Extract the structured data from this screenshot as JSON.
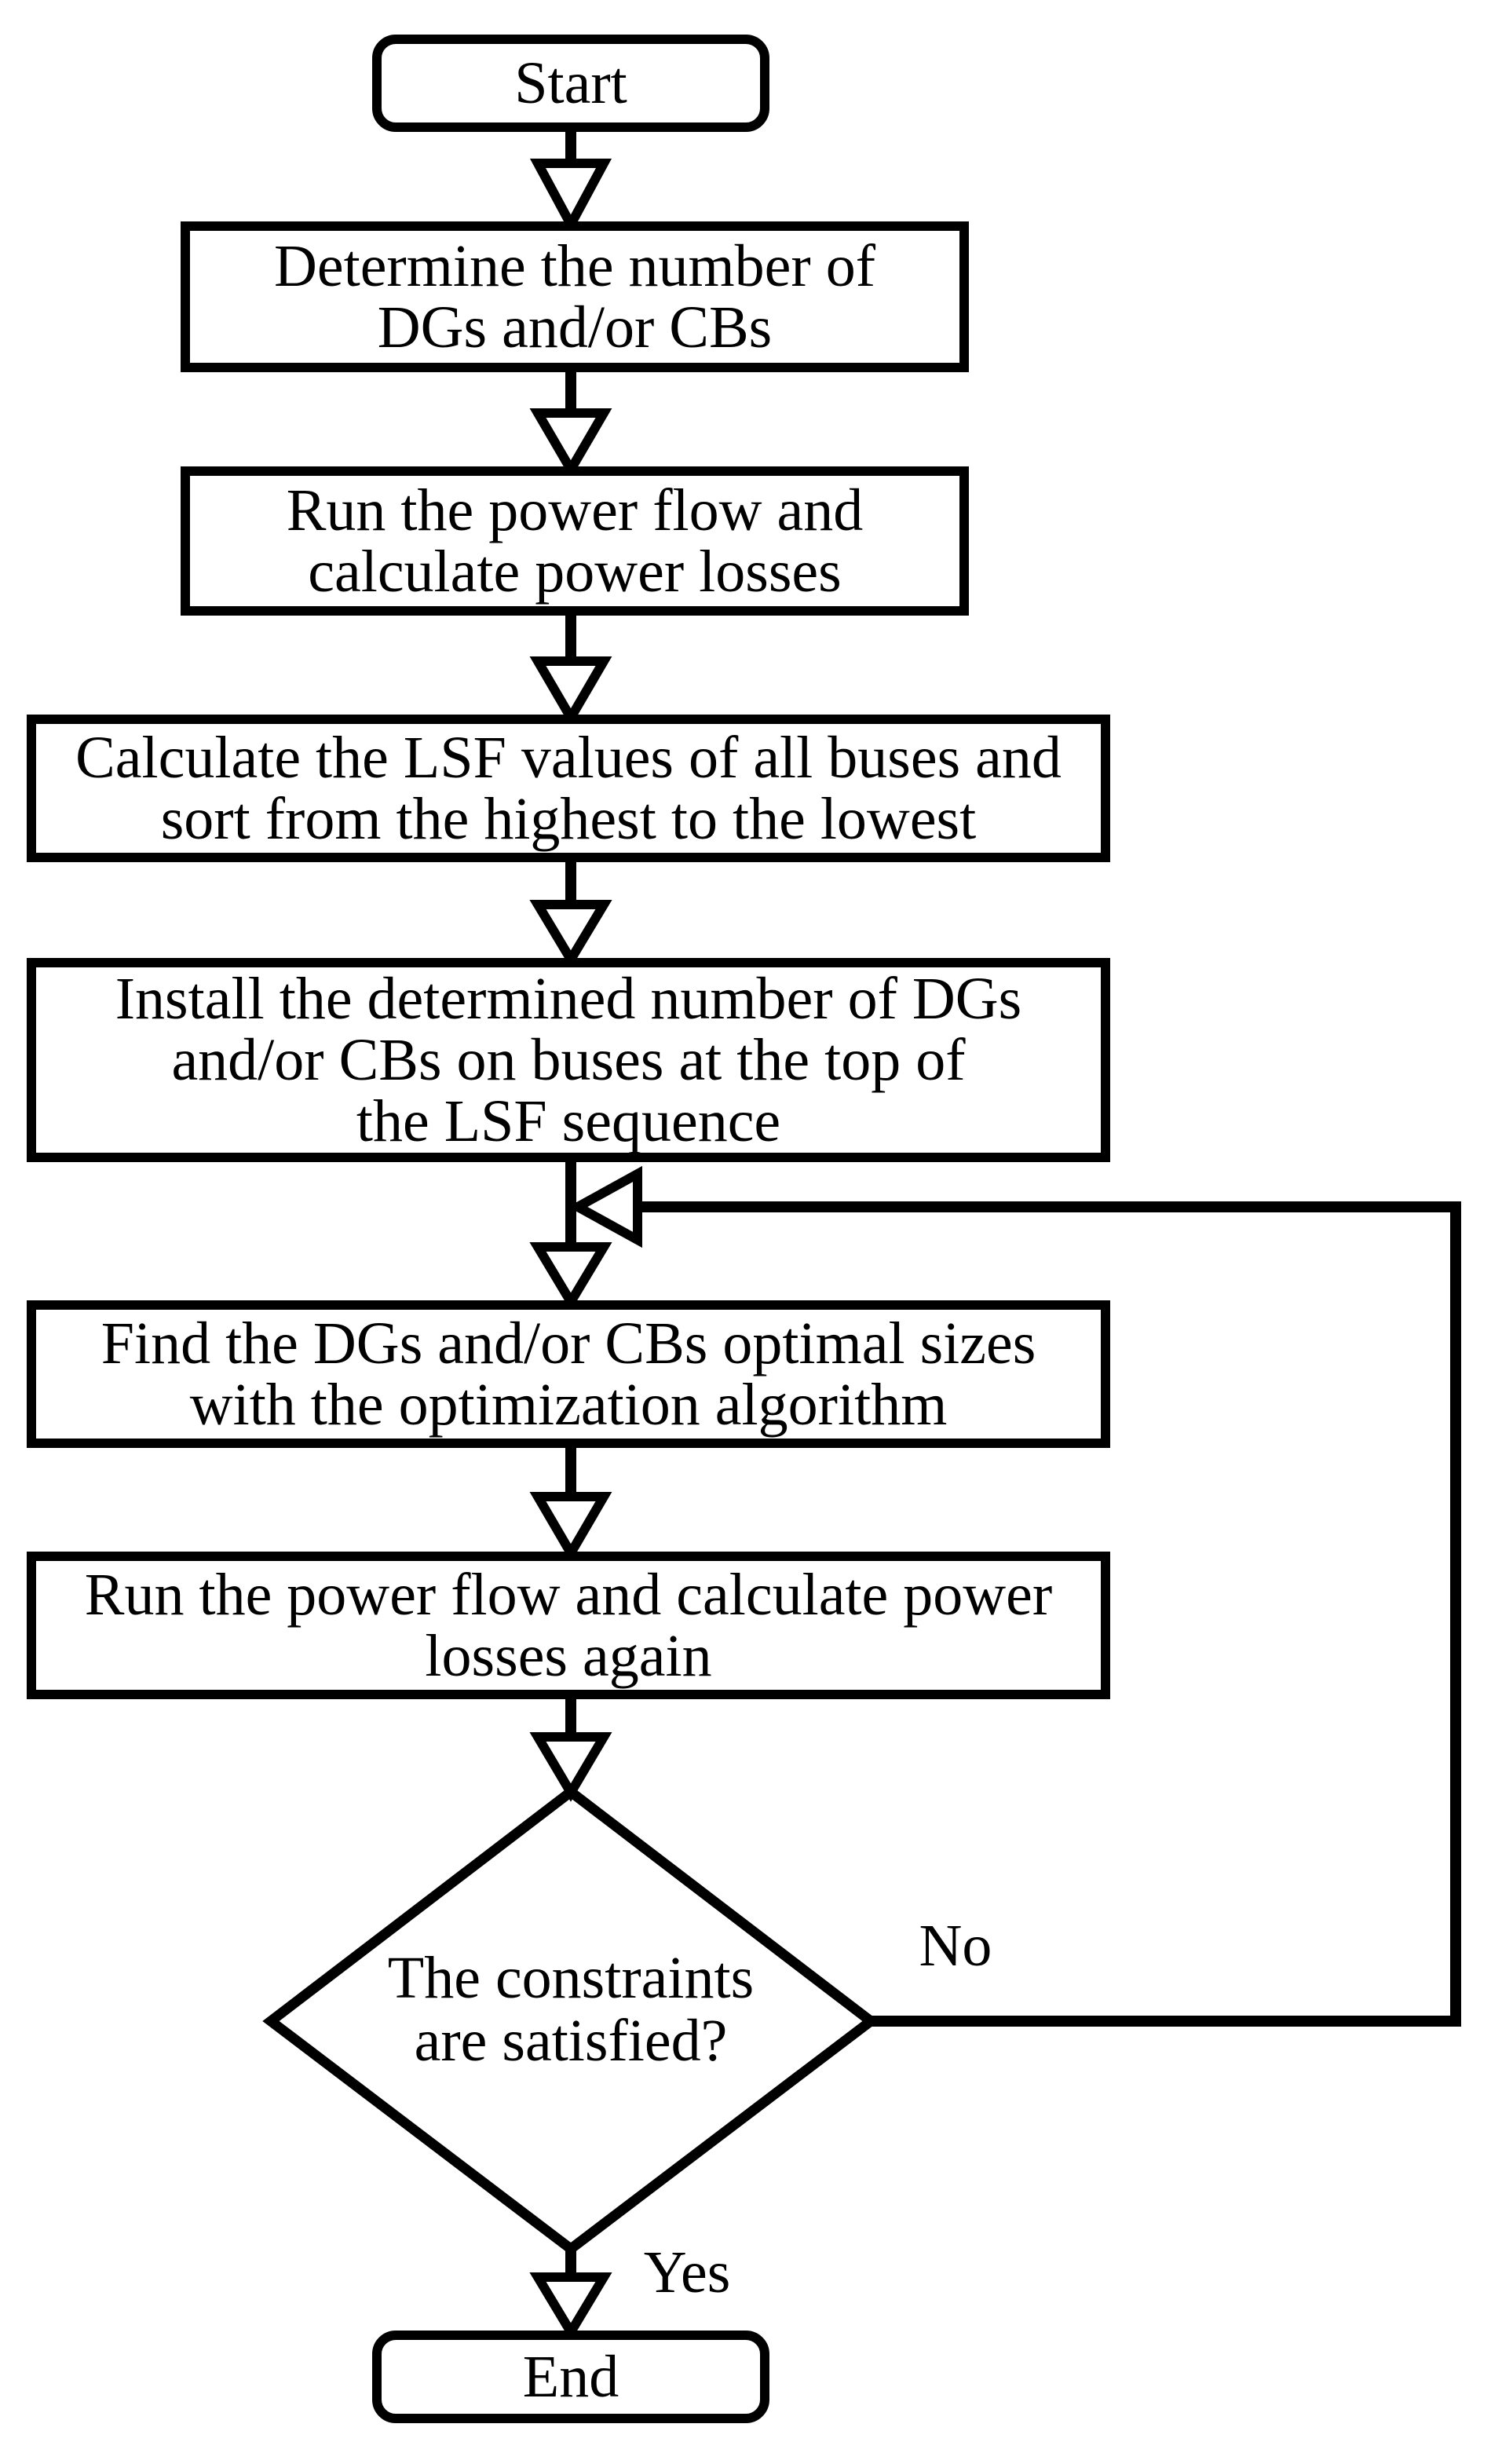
{
  "diagram": {
    "type": "flowchart",
    "colors": {
      "ink": "#000000",
      "paper": "#ffffff"
    },
    "nodes": {
      "start": {
        "shape": "terminator",
        "label": "Start"
      },
      "determine_number": {
        "shape": "process",
        "lines": [
          "Determine the number of",
          "DGs and/or CBs"
        ]
      },
      "run_power_flow": {
        "shape": "process",
        "lines": [
          "Run the power flow and",
          "calculate power losses"
        ]
      },
      "calculate_lsf": {
        "shape": "process",
        "lines": [
          "Calculate the LSF values of all buses and",
          "sort from the highest to the lowest"
        ]
      },
      "install_dgs": {
        "shape": "process",
        "lines": [
          "Install the determined number of DGs",
          "and/or CBs on buses at the top of",
          "the LSF sequence"
        ]
      },
      "find_sizes": {
        "shape": "process",
        "lines": [
          "Find the DGs and/or CBs optimal sizes",
          "with the optimization algorithm"
        ]
      },
      "run_power_flow_again": {
        "shape": "process",
        "lines": [
          "Run the power flow and calculate power",
          "losses again"
        ]
      },
      "constraints_check": {
        "shape": "decision",
        "lines": [
          "The constraints",
          "are satisfied?"
        ]
      },
      "end": {
        "shape": "terminator",
        "label": "End"
      }
    },
    "edge_labels": {
      "no": "No",
      "yes": "Yes"
    }
  }
}
